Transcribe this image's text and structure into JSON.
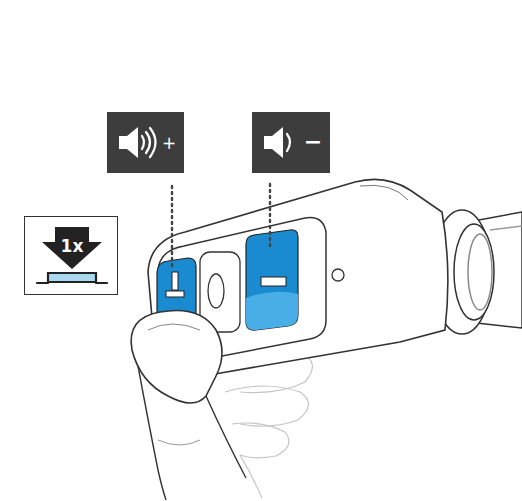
{
  "diagram": {
    "nodes": [
      {
        "text": [
          "+"
        ]
      },
      {
        "text": [
          "−"
        ]
      },
      {
        "text": [
          "1x"
        ]
      }
    ]
  }
}
